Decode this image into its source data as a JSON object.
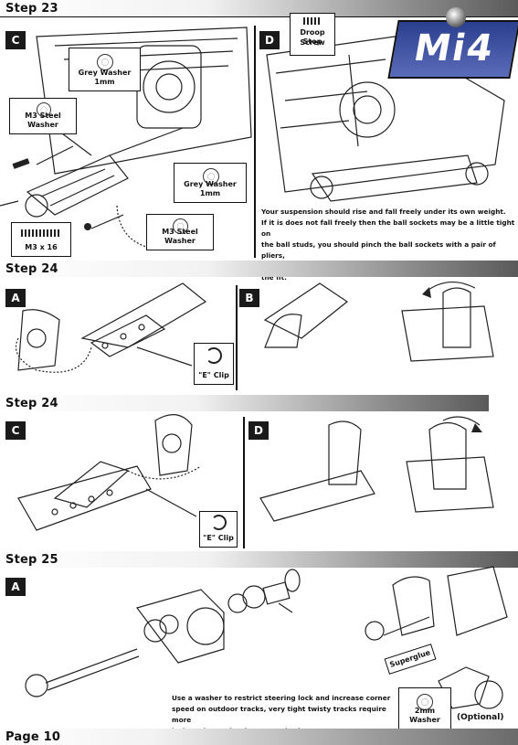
{
  "steps": [
    {
      "title": "Step 23"
    },
    {
      "title": "Step 24"
    },
    {
      "title": "Step 24"
    },
    {
      "title": "Step 25"
    }
  ],
  "panels": {
    "s23_c": "C",
    "s23_d": "D",
    "s24a_a": "A",
    "s24a_b": "B",
    "s24b_c": "C",
    "s24b_d": "D",
    "s25_a": "A"
  },
  "logo": {
    "text": "Mi4"
  },
  "callouts": {
    "grey_washer_top": "Grey Washer 1mm",
    "m3_steel_washer_left": "M3 Steel Washer",
    "grey_washer_right": "Grey Washer 1mm",
    "m3x16": "M3 x 16",
    "m3_steel_washer_bottom": "M3 Steel Washer",
    "droop_stop_screw_l1": "Droop Stop",
    "droop_stop_screw_l2": "Screw",
    "e_clip_1": "\"E\" Clip",
    "e_clip_2": "\"E\" Clip",
    "two_mm_washer": "2mm Washer",
    "optional": "(Optional)",
    "superglue": "Superglue"
  },
  "notes": {
    "suspension": [
      "Your suspension should rise and fall freely under its own weight.",
      "If it is does not fall freely then the ball sockets may be a little tight on",
      "the ball studs, you should pinch the ball sockets with a pair of pliers,",
      "this will loosen the socket off slightly, and allow you to fine tune the fit."
    ],
    "washer": [
      "Use a washer to restrict steering lock and increase corner",
      "speed on outdoor tracks, very tight twisty tracks require more",
      "lock so the washer is not required."
    ]
  },
  "footer": {
    "page": "Page 10"
  },
  "colors": {
    "accent": "#1a1a1a",
    "logo_blue": "#2b3f8f"
  }
}
